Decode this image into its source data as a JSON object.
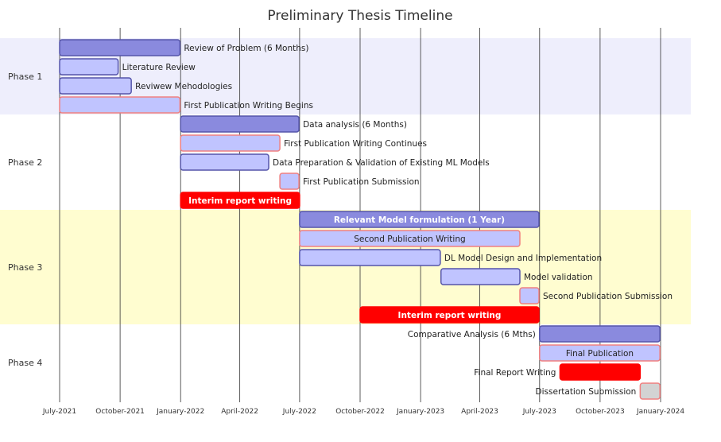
{
  "chart_data": {
    "type": "gantt",
    "title": "Preliminary Thesis Timeline",
    "x_range": [
      "2021-06-01",
      "2024-01-20"
    ],
    "x_ticks": [
      {
        "date": "2021-07-01",
        "label": "July-2021"
      },
      {
        "date": "2021-10-01",
        "label": "October-2021"
      },
      {
        "date": "2022-01-01",
        "label": "January-2022"
      },
      {
        "date": "2022-04-01",
        "label": "April-2022"
      },
      {
        "date": "2022-07-01",
        "label": "July-2022"
      },
      {
        "date": "2022-10-01",
        "label": "October-2022"
      },
      {
        "date": "2023-01-01",
        "label": "January-2023"
      },
      {
        "date": "2023-04-01",
        "label": "April-2023"
      },
      {
        "date": "2023-07-01",
        "label": "July-2023"
      },
      {
        "date": "2023-10-01",
        "label": "October-2023"
      },
      {
        "date": "2024-01-01",
        "label": "January-2024"
      }
    ],
    "colors": {
      "section_band_1": "#eeeefc",
      "section_band_2": "#ffffff",
      "section_band_3": "#fffdd0",
      "section_band_4": "#ffffff",
      "milestone_fill": "#8a8ade",
      "milestone_stroke": "#5555aa",
      "task_fill": "#c0c4ff",
      "task_stroke": "#5555aa",
      "publication_stroke": "#f08080",
      "critical_fill": "#ff0000",
      "done_fill": "#d3d3d3"
    },
    "sections": [
      {
        "name": "Phase 1",
        "tasks": [
          {
            "label": "Review of Problem (6 Months)",
            "start": "2021-07-01",
            "end": "2021-12-31",
            "style": "milestone"
          },
          {
            "label": "Literature Review",
            "start": "2021-07-01",
            "end": "2021-09-28",
            "style": "task"
          },
          {
            "label": "Reviwew Mehodologies",
            "start": "2021-07-01",
            "end": "2021-10-18",
            "style": "task"
          },
          {
            "label": "First Publication Writing Begins",
            "start": "2021-07-01",
            "end": "2021-12-31",
            "style": "publication"
          }
        ]
      },
      {
        "name": "Phase 2",
        "tasks": [
          {
            "label": "Data analysis (6 Months)",
            "start": "2022-01-01",
            "end": "2022-06-30",
            "style": "milestone"
          },
          {
            "label": "First Publication Writing Continues",
            "start": "2022-01-01",
            "end": "2022-06-01",
            "style": "publication"
          },
          {
            "label": "Data Preparation & Validation of Existing ML Models",
            "start": "2022-01-01",
            "end": "2022-05-15",
            "style": "task"
          },
          {
            "label": "First Publication Submission",
            "start": "2022-06-01",
            "end": "2022-06-30",
            "style": "publication"
          },
          {
            "label": "Interim report writing",
            "start": "2022-01-01",
            "end": "2022-07-01",
            "style": "critical"
          }
        ]
      },
      {
        "name": "Phase 3",
        "tasks": [
          {
            "label": "Relevant Model formulation (1 Year)",
            "start": "2022-07-01",
            "end": "2023-06-30",
            "style": "milestone"
          },
          {
            "label": "Second Publication Writing",
            "start": "2022-07-01",
            "end": "2023-06-01",
            "style": "publication"
          },
          {
            "label": "DL Model Design and Implementation",
            "start": "2022-07-01",
            "end": "2023-01-31",
            "style": "task"
          },
          {
            "label": "Model validation",
            "start": "2023-02-01",
            "end": "2023-06-01",
            "style": "task"
          },
          {
            "label": "Second Publication Submission",
            "start": "2023-06-01",
            "end": "2023-06-30",
            "style": "publication"
          },
          {
            "label": "Interim report writing",
            "start": "2022-10-01",
            "end": "2023-06-30",
            "style": "critical"
          }
        ]
      },
      {
        "name": "Phase 4",
        "tasks": [
          {
            "label": "Comparative Analysis (6 Mths)",
            "start": "2023-07-01",
            "end": "2023-12-31",
            "style": "milestone"
          },
          {
            "label": "Final Publication",
            "start": "2023-07-01",
            "end": "2023-12-31",
            "style": "publication"
          },
          {
            "label": "Final Report Writing",
            "start": "2023-08-01",
            "end": "2023-12-01",
            "style": "critical"
          },
          {
            "label": "Dissertation Submission",
            "start": "2023-12-01",
            "end": "2023-12-31",
            "style": "done"
          }
        ]
      }
    ]
  }
}
